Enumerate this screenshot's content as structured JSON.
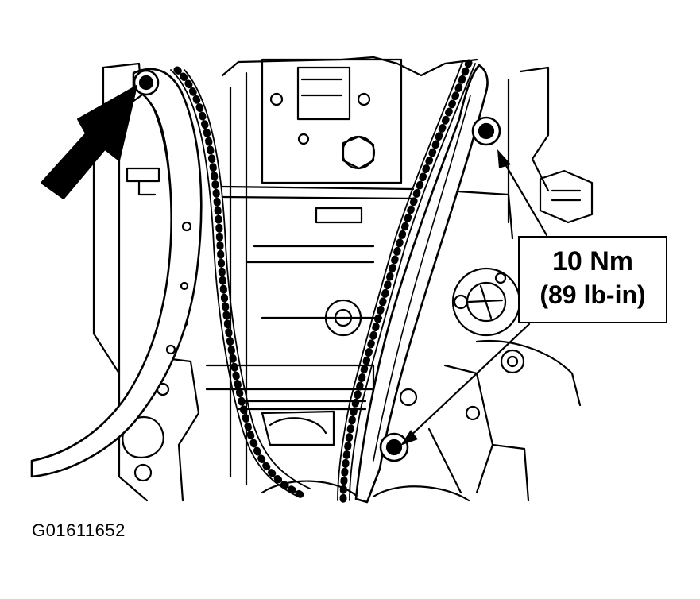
{
  "callout": {
    "torque_metric": "10 Nm",
    "torque_imperial": "(89 lb-in)"
  },
  "figure_id": "G01611652",
  "colors": {
    "ink": "#000000",
    "paper": "#ffffff"
  }
}
